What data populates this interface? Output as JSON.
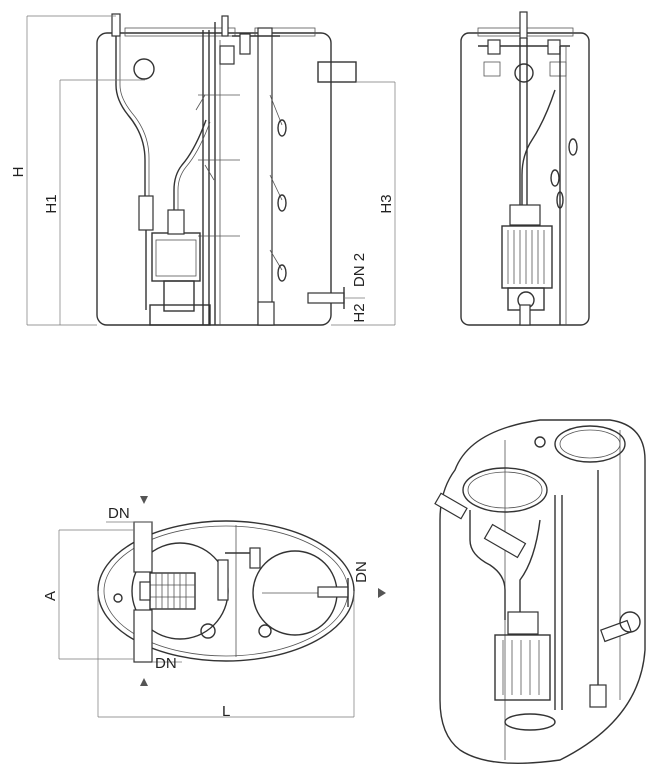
{
  "labels": {
    "h": "H",
    "h1": "H1",
    "h2": "H2",
    "h3": "H3",
    "dn2": "DN 2",
    "dn_top": "DN",
    "dn_bottom": "DN",
    "dn_right": "DN",
    "a": "A",
    "l": "L"
  }
}
